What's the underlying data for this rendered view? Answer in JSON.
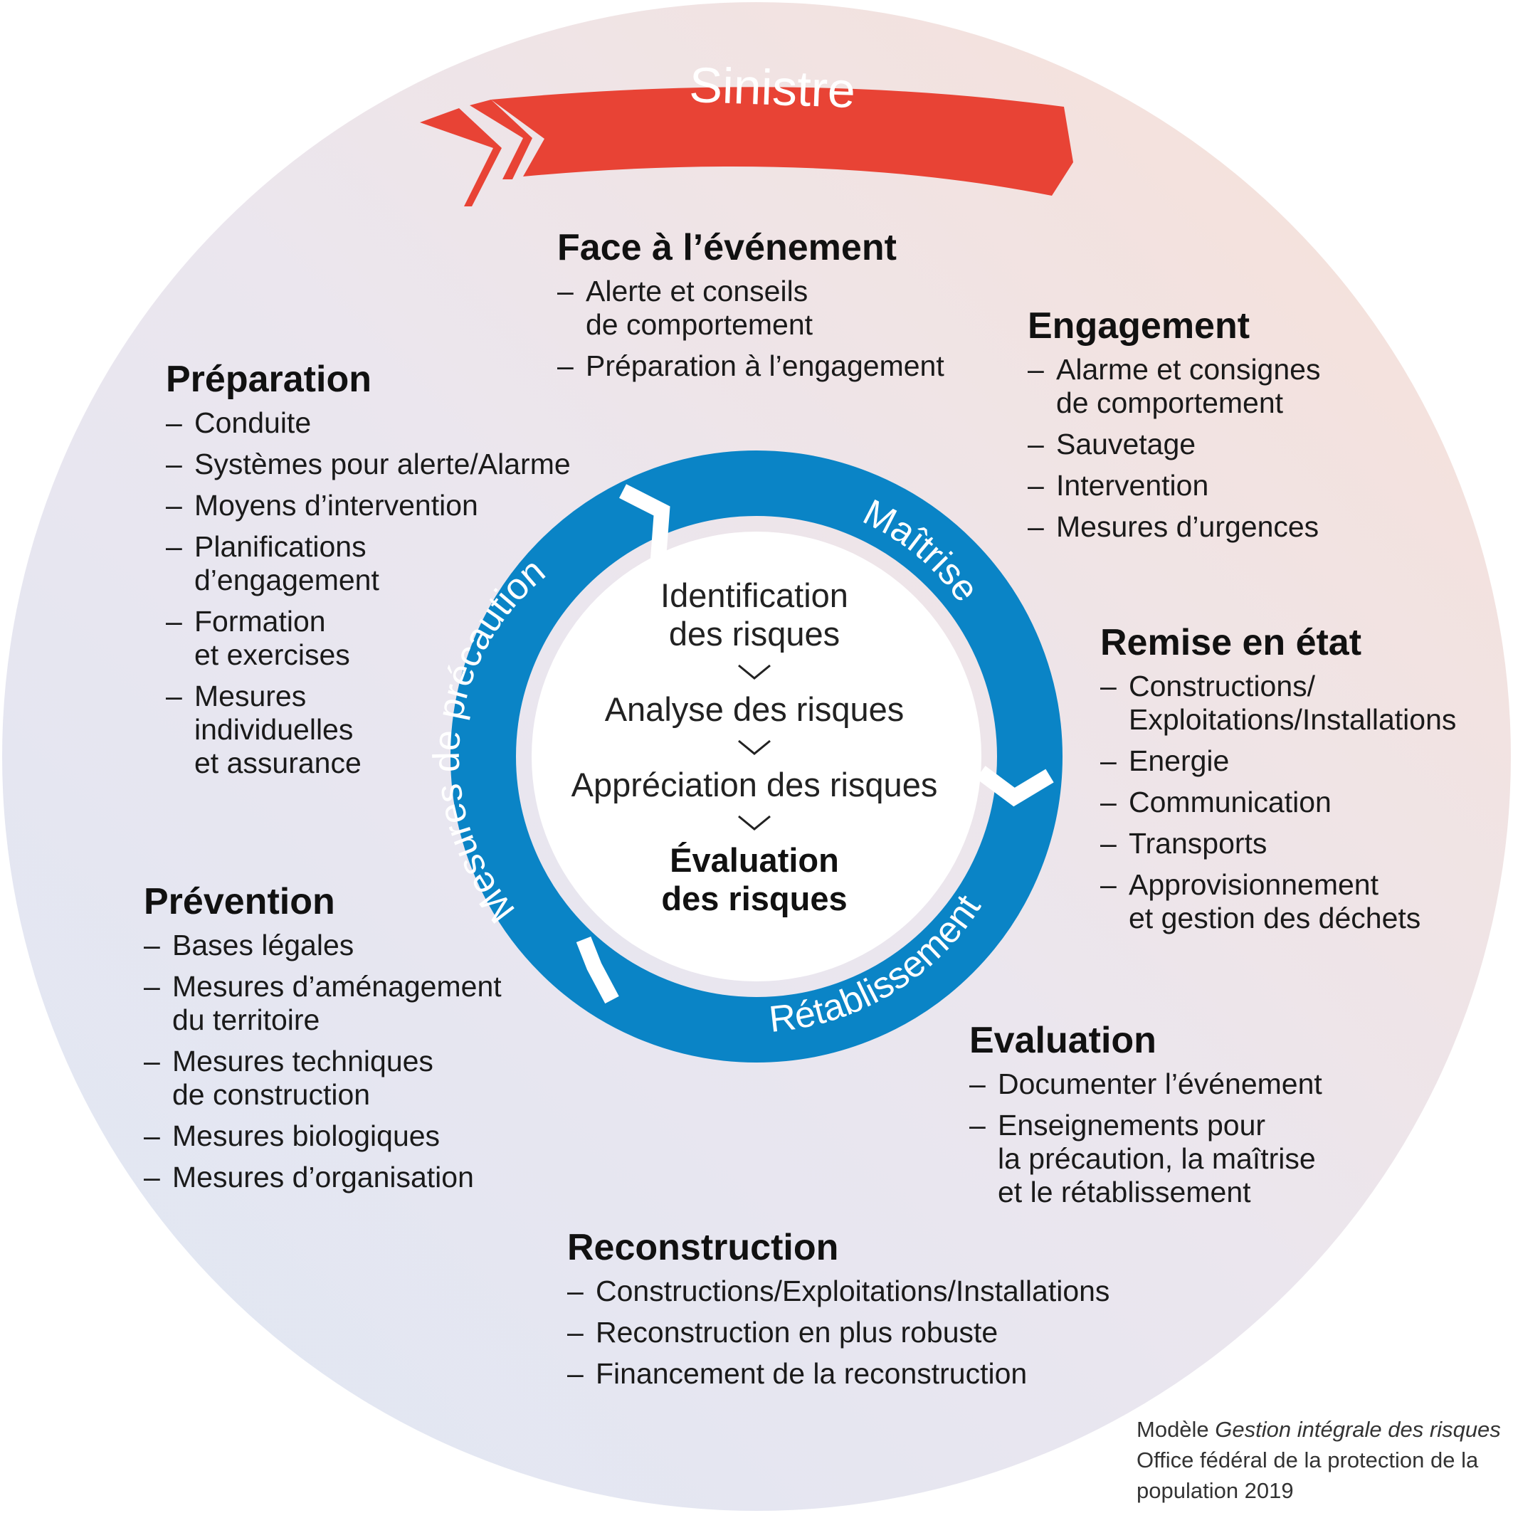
{
  "banner": {
    "label": "Sinistre"
  },
  "ring": {
    "segments": [
      {
        "id": "precaution",
        "label": "Mesures de précaution"
      },
      {
        "id": "maitrise",
        "label": "Maîtrise"
      },
      {
        "id": "retablissement",
        "label": "Rétablissement"
      }
    ]
  },
  "center": {
    "steps": [
      "Identification des risques",
      "Analyse des risques",
      "Appréciation des risques",
      "Évaluation des risques"
    ],
    "step_lines": [
      [
        "Identification",
        "des risques"
      ],
      [
        "Analyse des risques"
      ],
      [
        "Appréciation des risques"
      ],
      [
        "Évaluation",
        "des risques"
      ]
    ]
  },
  "sections": {
    "face": {
      "title": "Face à l’événement",
      "items": [
        [
          "Alerte et conseils",
          "de comportement"
        ],
        [
          "Préparation à l’engagement"
        ]
      ]
    },
    "engagement": {
      "title": "Engagement",
      "items": [
        [
          "Alarme et consignes",
          "de comportement"
        ],
        [
          "Sauvetage"
        ],
        [
          "Intervention"
        ],
        [
          "Mesures d’urgences"
        ]
      ]
    },
    "preparation": {
      "title": "Préparation",
      "items": [
        [
          "Conduite"
        ],
        [
          "Systèmes pour alerte/Alarme"
        ],
        [
          "Moyens d’intervention"
        ],
        [
          "Planifications",
          "d’engagement"
        ],
        [
          "Formation",
          "et exercises"
        ],
        [
          "Mesures",
          "individuelles",
          "et assurance"
        ]
      ]
    },
    "remise": {
      "title": "Remise en état",
      "items": [
        [
          "Constructions/",
          "Exploitations/Installations"
        ],
        [
          "Energie"
        ],
        [
          "Communication"
        ],
        [
          "Transports"
        ],
        [
          "Approvisionnement",
          "et gestion des déchets"
        ]
      ]
    },
    "prevention": {
      "title": "Prévention",
      "items": [
        [
          "Bases légales"
        ],
        [
          "Mesures d’aménagement",
          "du territoire"
        ],
        [
          "Mesures techniques",
          "de construction"
        ],
        [
          "Mesures biologiques"
        ],
        [
          "Mesures d’organisation"
        ]
      ]
    },
    "evaluation": {
      "title": "Evaluation",
      "items": [
        [
          "Documenter l’événement"
        ],
        [
          "Enseignements pour",
          "la précaution, la maîtrise",
          "et le rétablissement"
        ]
      ]
    },
    "reconstruction": {
      "title": "Reconstruction",
      "items": [
        [
          "Constructions/Exploitations/Installations"
        ],
        [
          "Reconstruction en plus robuste"
        ],
        [
          "Financement de la reconstruction"
        ]
      ]
    }
  },
  "credit": {
    "line1_prefix": "Modèle ",
    "line1_italic": "Gestion intégrale des risques",
    "line2": "Office fédéral de la protection de la",
    "line3": "population 2019"
  },
  "colors": {
    "banner_red": "#e84335",
    "ring_blue": "#0a84c6",
    "bg_warm": "#f7e2da",
    "bg_cool": "#dde6f3",
    "text": "#1a1a1a"
  }
}
